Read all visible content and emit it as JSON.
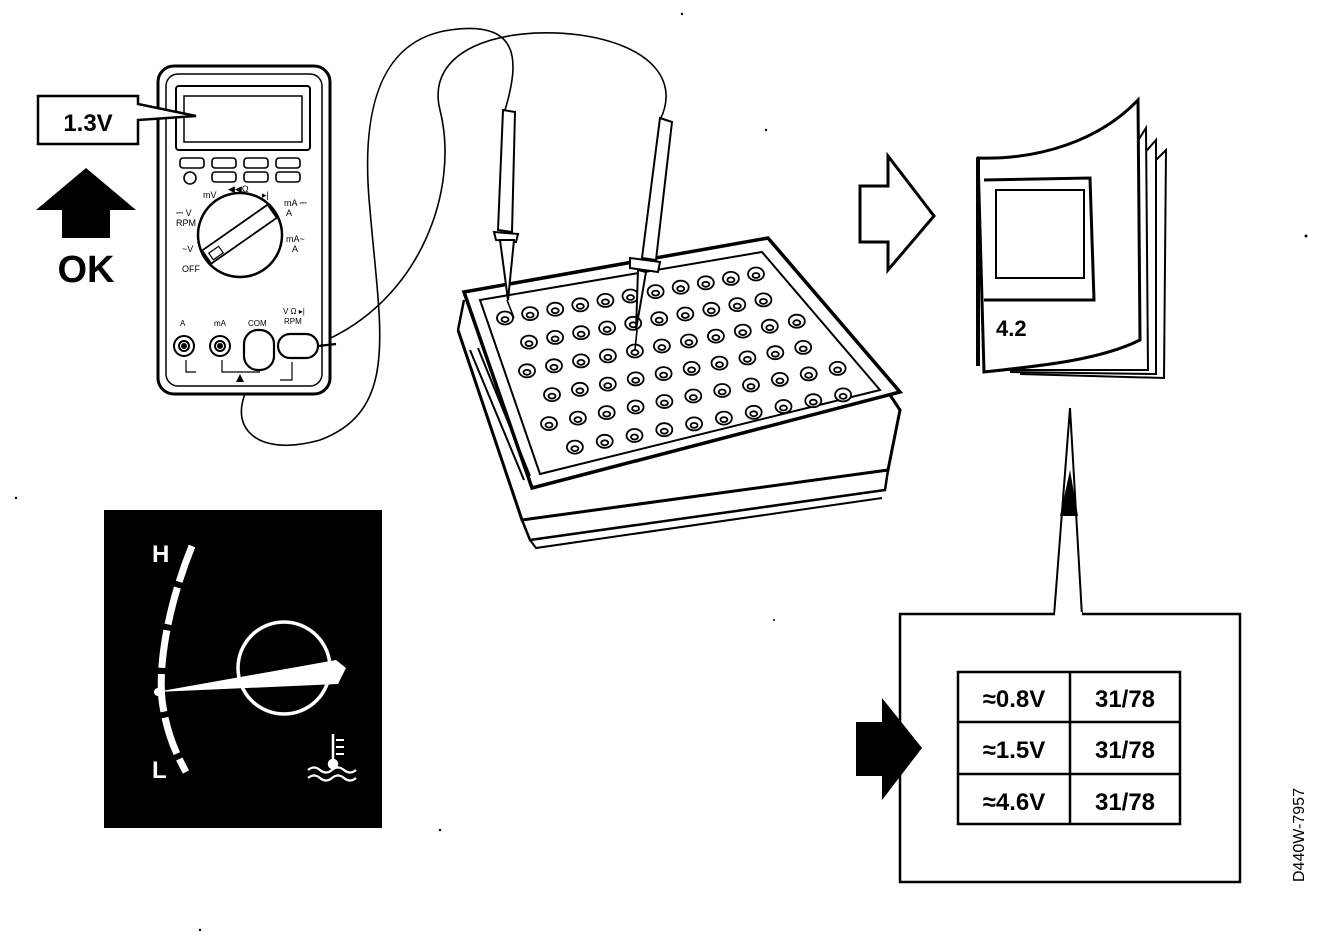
{
  "reading_callout": {
    "value": "1.3V"
  },
  "ok_label": "OK",
  "multimeter": {
    "dial_labels": {
      "mv": "mV",
      "ohm": "◀◀Ω",
      "diode": "▸|",
      "dcv": "⎓ V",
      "rpm_left": "RPM",
      "acv": "~V",
      "off": "OFF",
      "ma_dc": "mA ⎓",
      "a_dc": "A",
      "ma_ac": "mA~",
      "a_ac": "A"
    },
    "jack_labels": {
      "a": "A",
      "ma": "mA",
      "com": "COM",
      "v_ohm": "V Ω ▸|",
      "rpm": "RPM"
    }
  },
  "manual": {
    "label": "4.2"
  },
  "gauge": {
    "high": "H",
    "low": "L"
  },
  "spec_table": {
    "rows": [
      {
        "voltage": "≈0.8V",
        "pins": "31/78"
      },
      {
        "voltage": "≈1.5V",
        "pins": "31/78"
      },
      {
        "voltage": "≈4.6V",
        "pins": "31/78"
      }
    ]
  },
  "figure_code": "D440W-7957"
}
